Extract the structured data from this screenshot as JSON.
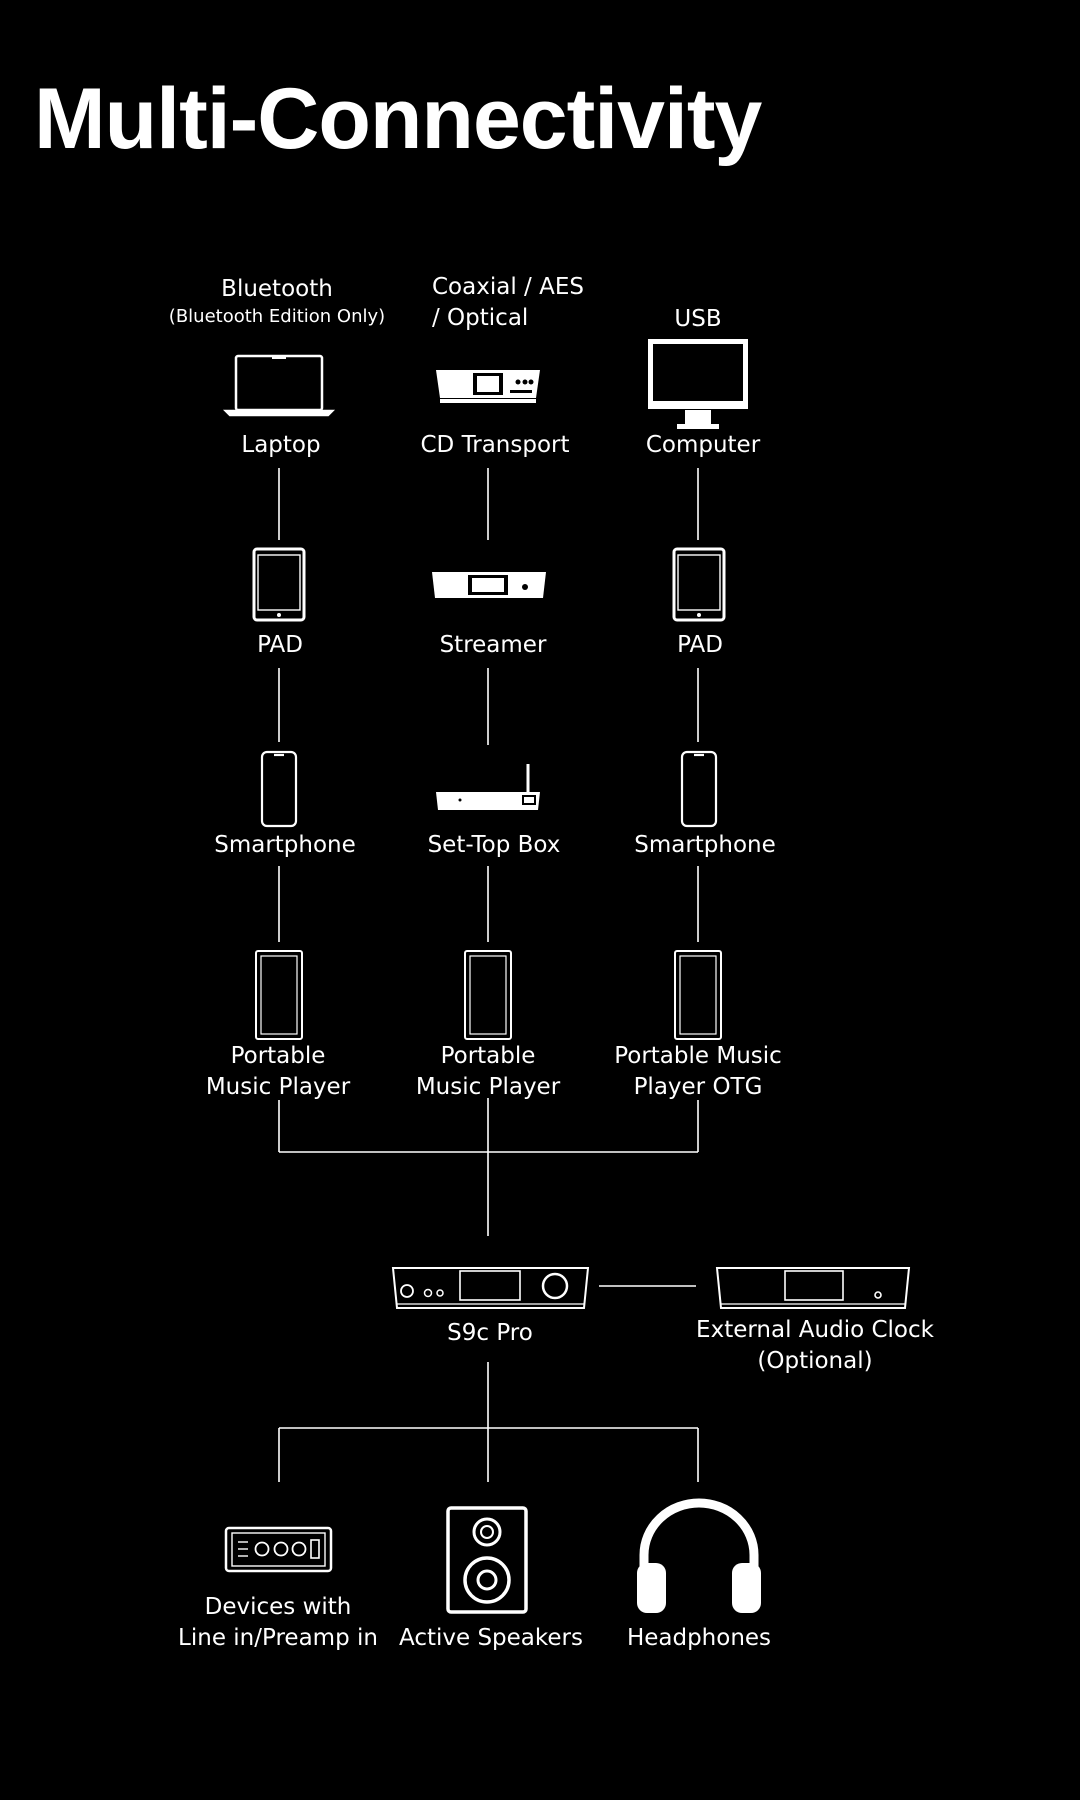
{
  "title": "Multi-Connectivity",
  "colors": {
    "background": "#000000",
    "foreground": "#ffffff"
  },
  "headers": {
    "bluetooth": {
      "main": "Bluetooth",
      "note": "(Bluetooth Edition Only)"
    },
    "coaxial": {
      "line1": "Coaxial / AES",
      "line2": "/ Optical"
    },
    "usb": "USB"
  },
  "sources": {
    "laptop": "Laptop",
    "cd_transport": "CD Transport",
    "computer": "Computer",
    "pad_left": "PAD",
    "streamer": "Streamer",
    "pad_right": "PAD",
    "smartphone_left": "Smartphone",
    "set_top_box": "Set-Top Box",
    "smartphone_right": "Smartphone",
    "player_left": {
      "line1": "Portable",
      "line2": "Music Player"
    },
    "player_mid": {
      "line1": "Portable",
      "line2": "Music Player"
    },
    "player_right": {
      "line1": "Portable Music",
      "line2": "Player OTG"
    }
  },
  "hub": {
    "name": "S9c Pro",
    "clock": {
      "line1": "External Audio Clock",
      "line2": "(Optional)"
    }
  },
  "outputs": {
    "line_in": {
      "line1": "Devices with",
      "line2": "Line in/Preamp in"
    },
    "speakers": "Active Speakers",
    "headphones": "Headphones"
  },
  "icons": [
    "laptop-icon",
    "cd-transport-icon",
    "computer-icon",
    "tablet-icon",
    "streamer-icon",
    "smartphone-icon",
    "set-top-box-icon",
    "music-player-icon",
    "dac-icon",
    "audio-clock-icon",
    "amplifier-icon",
    "speaker-icon",
    "headphones-icon"
  ]
}
